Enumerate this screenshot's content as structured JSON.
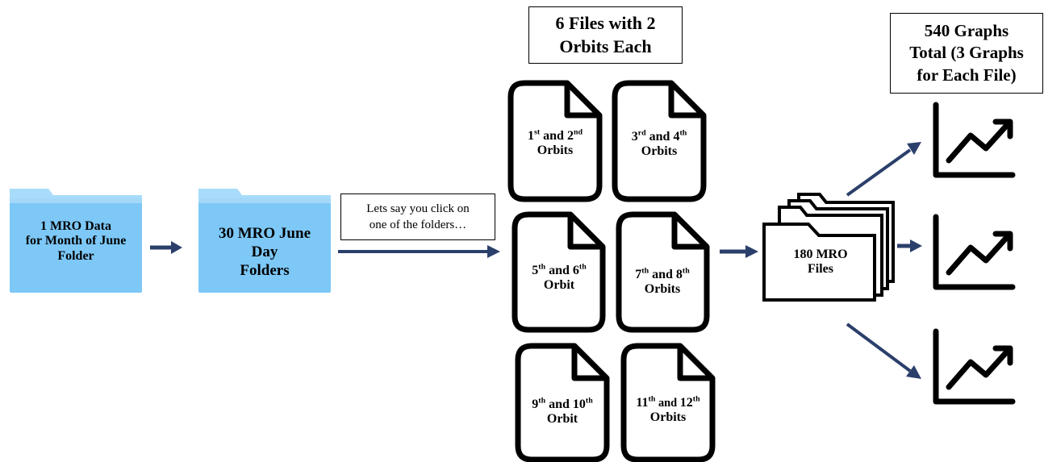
{
  "folders": {
    "month": [
      "1 MRO Data",
      "for Month of June",
      "Folder"
    ],
    "day": [
      "30 MRO June",
      "Day",
      "Folders"
    ]
  },
  "note": {
    "lines": [
      "Lets say you click on",
      "one of the folders…"
    ]
  },
  "files_box": {
    "lines": [
      "6 Files with 2",
      "Orbits Each"
    ]
  },
  "graphs_box": {
    "lines": [
      "540 Graphs",
      "Total (3 Graphs",
      "for Each File)"
    ]
  },
  "orbit_files": [
    {
      "a": "1",
      "a_sup": "st",
      "mid": " and ",
      "b": "2",
      "b_sup": "nd",
      "word": "Orbits"
    },
    {
      "a": "3",
      "a_sup": "rd",
      "mid": " and ",
      "b": "4",
      "b_sup": "th",
      "word": "Orbits"
    },
    {
      "a": "5",
      "a_sup": "th",
      "mid": " and ",
      "b": "6",
      "b_sup": "th",
      "word": "Orbit"
    },
    {
      "a": "7",
      "a_sup": "th",
      "mid": " and ",
      "b": "8",
      "b_sup": "th",
      "word": "Orbits"
    },
    {
      "a": "9",
      "a_sup": "th",
      "mid": " and ",
      "b": "10",
      "b_sup": "th",
      "word": "Orbit"
    },
    {
      "a": "11",
      "a_sup": "th",
      "mid": " and ",
      "b": "12",
      "b_sup": "th",
      "word": "Orbits"
    }
  ],
  "stack": {
    "lines": [
      "180 MRO",
      "Files"
    ]
  },
  "colors": {
    "arrow": "#2b3f6b",
    "folder_front": "#7dc8f7",
    "folder_back": "#a9dcfb",
    "doc_stroke": "#000000"
  },
  "icons": {
    "folder": "folder-icon",
    "document": "document-icon",
    "chart": "line-chart-icon",
    "stack": "file-stack-icon"
  }
}
